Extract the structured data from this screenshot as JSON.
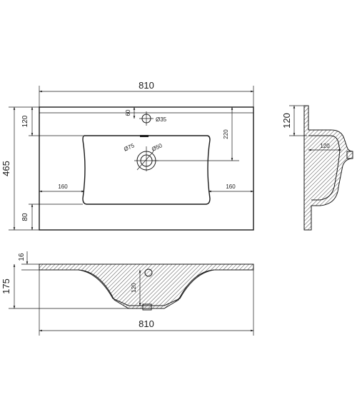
{
  "top_view": {
    "width": "810",
    "depth": "465",
    "back_ledge": "120",
    "front_margin": "80",
    "tap_offset": "60",
    "tap_hole": "Ø35",
    "bowl_depth": "220",
    "overflow": "Ø75",
    "drain": "Ø50",
    "left_margin": "160",
    "right_margin": "160"
  },
  "side_view": {
    "ledge": "120",
    "offset": "120"
  },
  "front_view": {
    "thickness": "16",
    "height": "175",
    "bowl_height": "120",
    "width": "810"
  }
}
